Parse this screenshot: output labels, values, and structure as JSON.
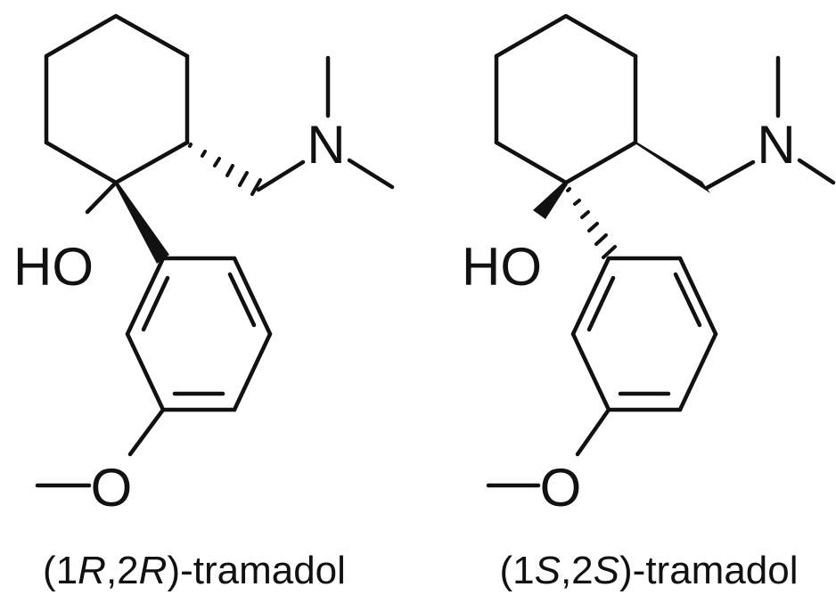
{
  "molecules": [
    {
      "caption": {
        "open": "(1",
        "cfg1": "R",
        "sep": ",2",
        "cfg2": "R",
        "close": ")-tramadol"
      },
      "atoms": {
        "nitrogen": "N",
        "hydroxyl": "HO",
        "oxygen": "O"
      }
    },
    {
      "caption": {
        "open": "(1",
        "cfg1": "S",
        "sep": ",2",
        "cfg2": "S",
        "close": ")-tramadol"
      },
      "atoms": {
        "nitrogen": "N",
        "hydroxyl": "HO",
        "oxygen": "O"
      }
    }
  ],
  "colors": {
    "ink": "#111111",
    "background": "#ffffff"
  }
}
